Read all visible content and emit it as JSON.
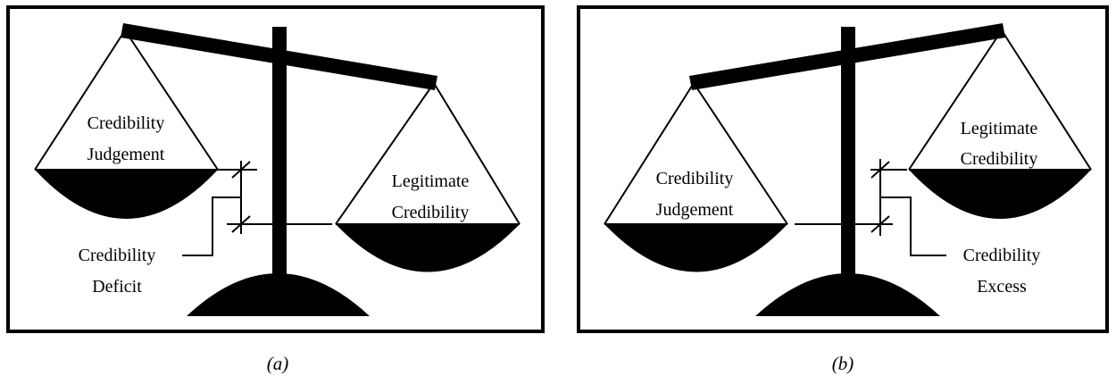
{
  "panels": [
    {
      "caption": "(a)",
      "left_pan": [
        "Credibility",
        "Judgement"
      ],
      "right_pan": [
        "Legitimate",
        "Credibility"
      ],
      "annotation": [
        "Credibility",
        "Deficit"
      ]
    },
    {
      "caption": "(b)",
      "left_pan": [
        "Credibility",
        "Judgement"
      ],
      "right_pan": [
        "Legitimate",
        "Credibility"
      ],
      "annotation": [
        "Credibility",
        "Excess"
      ]
    }
  ]
}
